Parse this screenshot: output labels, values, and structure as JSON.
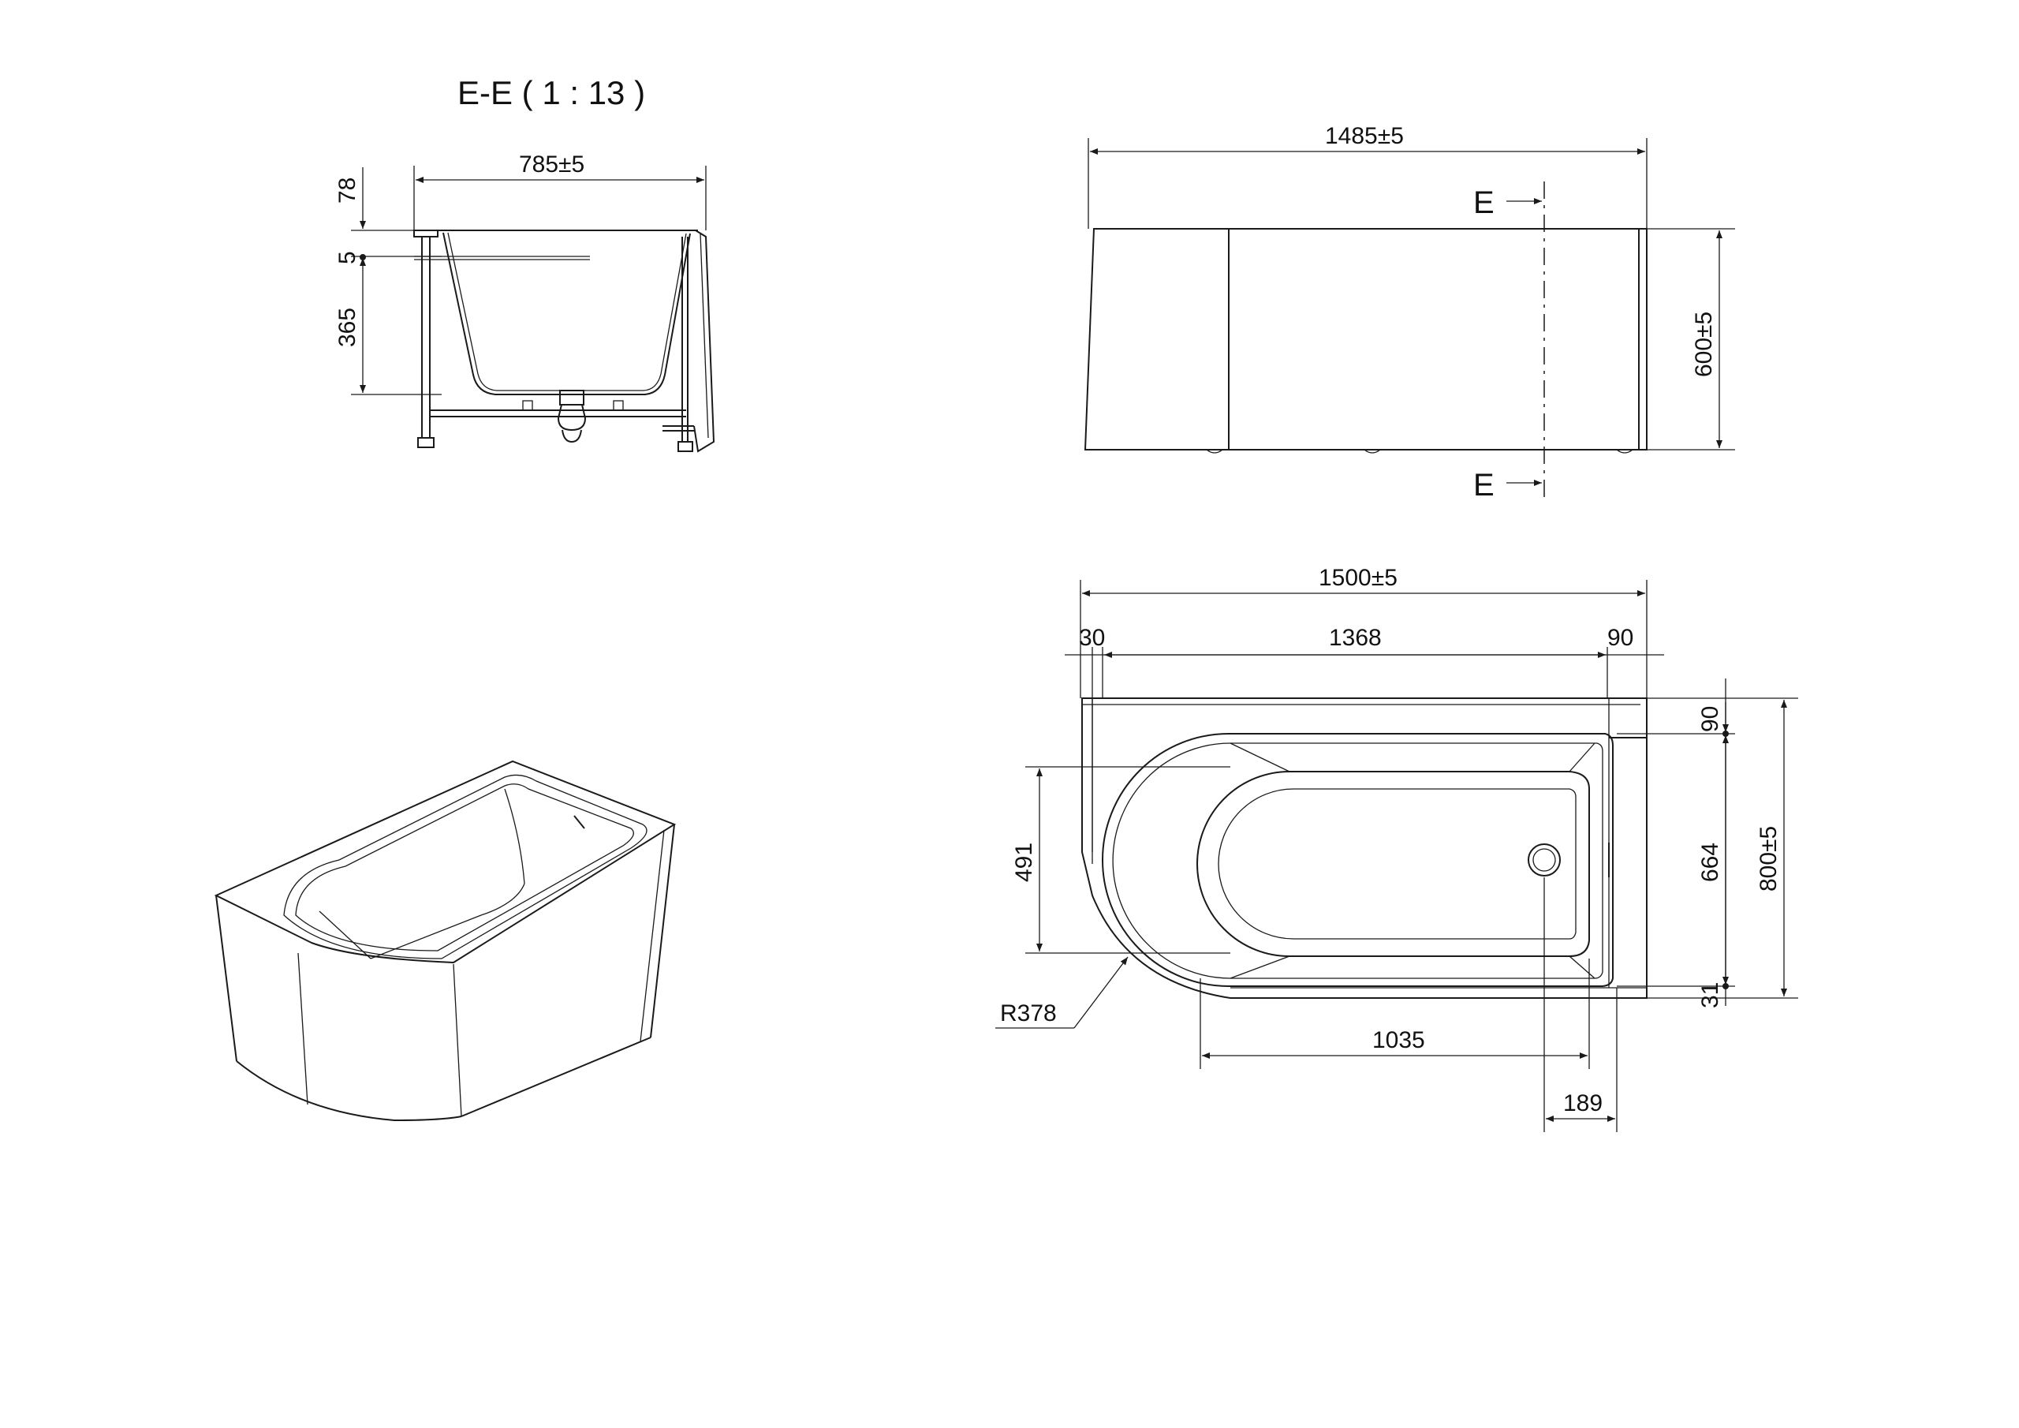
{
  "section_title": "E-E ( 1 : 13 )",
  "section_view": {
    "width": "785±5",
    "rim": "78",
    "step": "5",
    "depth": "365"
  },
  "front_view": {
    "length": "1485±5",
    "height": "600±5",
    "cut_label_top": "E",
    "cut_label_bottom": "E"
  },
  "plan_view": {
    "overall_length": "1500±5",
    "left_margin": "30",
    "inner_length": "1368",
    "right_margin": "90",
    "top_margin": "90",
    "inner_width": "664",
    "bottom_margin": "31",
    "overall_width": "800±5",
    "arc_width": "491",
    "radius": "R378",
    "floor_length": "1035",
    "drain_offset": "189"
  }
}
